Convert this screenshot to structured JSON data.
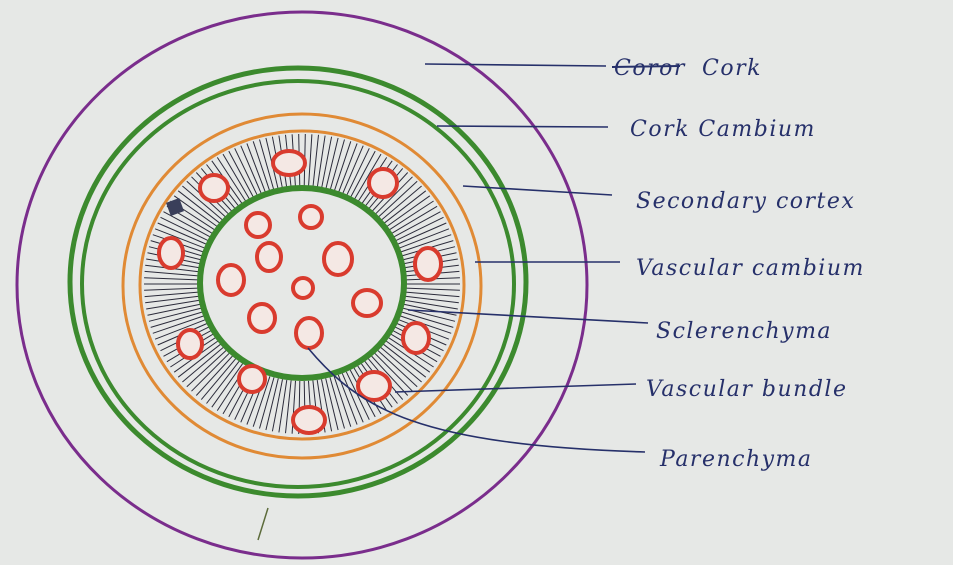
{
  "paper_color": "#e6e8e6",
  "ink_color": "#26306a",
  "layers": [
    {
      "name": "outer-boundary",
      "color": "#7a2d8c"
    },
    {
      "name": "cork-cambium-outer",
      "color": "#3c8a2e"
    },
    {
      "name": "cork-cambium-inner",
      "color": "#3c8a2e"
    },
    {
      "name": "vascular-cambium-outer",
      "color": "#e08a35"
    },
    {
      "name": "vascular-cambium-inner",
      "color": "#e08a35"
    },
    {
      "name": "sclerenchyma-ring",
      "color": "#3c8a2e"
    }
  ],
  "bundle_color": "#d93b2e",
  "labels": [
    {
      "id": "cork",
      "crossed": "Coror",
      "text": "Cork"
    },
    {
      "id": "cork-cambium",
      "text": "Cork Cambium"
    },
    {
      "id": "secondary-cortex",
      "text": "Secondary cortex"
    },
    {
      "id": "vascular-cambium",
      "text": "Vascular cambium"
    },
    {
      "id": "sclerenchyma",
      "text": "Sclerenchyma"
    },
    {
      "id": "vascular-bundle",
      "text": "Vascular bundle"
    },
    {
      "id": "parenchyma",
      "text": "Parenchyma"
    }
  ]
}
